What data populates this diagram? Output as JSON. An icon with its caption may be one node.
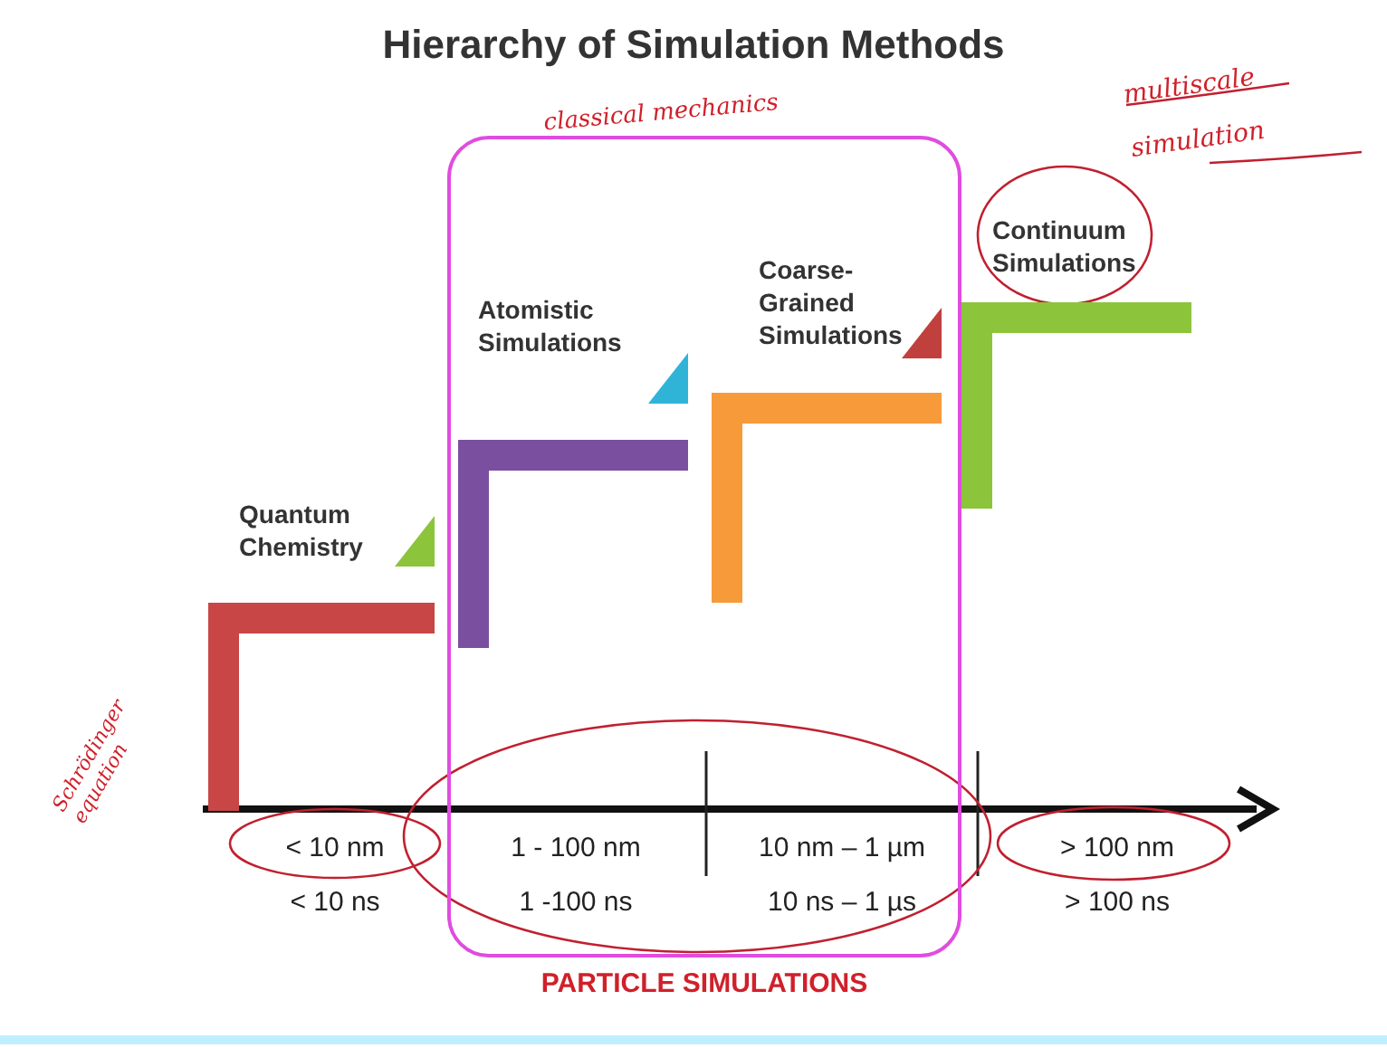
{
  "diagram": {
    "title": "Hierarchy of Simulation Methods",
    "nodes": [
      {
        "text": [
          "PARTICLE SIMULATIONS"
        ]
      },
      {
        "text": [
          "Quantum Chemistry"
        ]
      },
      {
        "text": [
          "Atomistic Simulations"
        ],
        "in": 0
      },
      {
        "text": [
          "Coarse-Grained Simulations"
        ],
        "in": 0
      },
      {
        "text": [
          "Continuum Simulations"
        ]
      }
    ],
    "labels": [
      "multiscale simulation",
      "classical mechanics",
      "Schrödinger equation",
      "< 10 nm",
      "1 - 100 nm",
      "10 nm – 1 µm",
      "> 100 nm",
      "< 10 ns",
      "1 -100 ns",
      "10 ns – 1 µs",
      "> 100 ns"
    ]
  }
}
